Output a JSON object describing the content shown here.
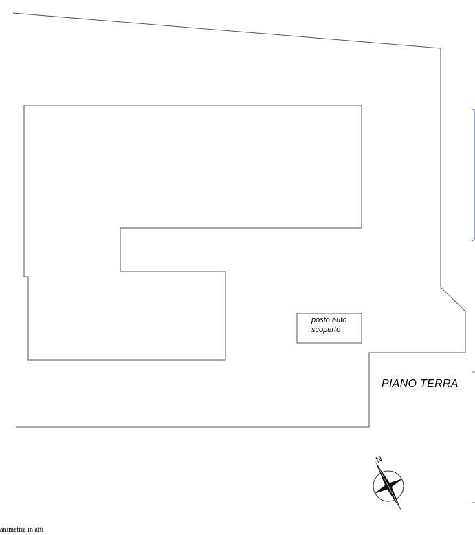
{
  "plan": {
    "parking_label_line1": "posto auto",
    "parking_label_line2": "scoperto",
    "floor_label": "PIANO TERRA",
    "footer_label": "animetria in atti",
    "compass_north": "N"
  },
  "colors": {
    "line": "#4a4a4a",
    "accent_bracket": "#3a3aff",
    "background": "#ffffff"
  },
  "icons": {
    "compass": "north-arrow-compass-icon"
  }
}
